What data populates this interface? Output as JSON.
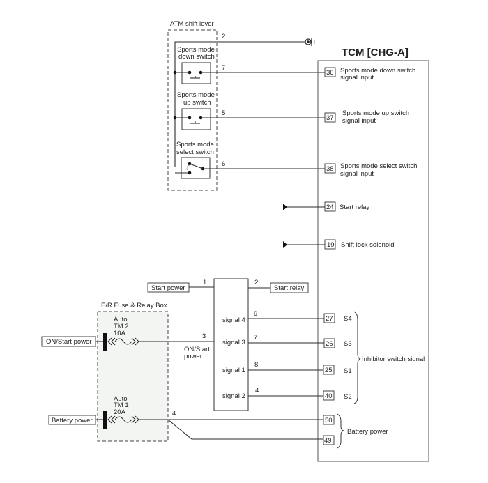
{
  "tcm": {
    "title": "TCM [CHG-A]",
    "pins": [
      {
        "id": "36",
        "label_lines": [
          "Sports mode down switch",
          "signal input"
        ]
      },
      {
        "id": "37",
        "label_lines": [
          "Sports mode up switch",
          "signal input"
        ]
      },
      {
        "id": "38",
        "label_lines": [
          "Sports mode select switch",
          "signal input"
        ]
      },
      {
        "id": "24",
        "label_lines": [
          "Start relay"
        ]
      },
      {
        "id": "19",
        "label_lines": [
          "Shift lock solenoid"
        ]
      },
      {
        "id": "27",
        "label_lines": [
          "S4"
        ]
      },
      {
        "id": "26",
        "label_lines": [
          "S3"
        ]
      },
      {
        "id": "25",
        "label_lines": [
          "S1"
        ]
      },
      {
        "id": "40",
        "label_lines": [
          "S2"
        ]
      },
      {
        "id": "50",
        "label_lines": []
      },
      {
        "id": "49",
        "label_lines": []
      }
    ],
    "groups": {
      "inhibitor": "Inhibitor switch signal",
      "battery": "Battery power"
    }
  },
  "shift_lever": {
    "title": "ATM shift lever",
    "switches": [
      {
        "name_lines": [
          "Sports mode",
          "down switch"
        ],
        "pin": "7"
      },
      {
        "name_lines": [
          "Sports mode",
          "up switch"
        ],
        "pin": "5"
      },
      {
        "name_lines": [
          "Sports mode",
          "select switch"
        ],
        "pin": "6"
      }
    ],
    "ground_pin": "2"
  },
  "inhibitor_switch": {
    "left_pins": [
      {
        "pin": "1",
        "label": "Start power"
      },
      {
        "pin": "3",
        "label_lines": [
          "ON/Start",
          "power"
        ]
      }
    ],
    "right_pins": [
      {
        "pin": "2",
        "label": "Start relay"
      }
    ],
    "signals": [
      {
        "name": "signal 4",
        "pin": "9"
      },
      {
        "name": "signal 3",
        "pin": "7"
      },
      {
        "name": "signal 1",
        "pin": "8"
      },
      {
        "name": "signal 2",
        "pin": "4"
      }
    ]
  },
  "fuse_box": {
    "title": "E/R Fuse & Relay Box",
    "fuses": [
      {
        "lines": [
          "Auto",
          "TM 2",
          "10A"
        ],
        "source": "ON/Start power"
      },
      {
        "lines": [
          "Auto",
          "TM 1",
          "20A"
        ],
        "source": "Battery power",
        "pin": "4"
      }
    ]
  },
  "colors": {
    "fuse_box_bg": "#f2f5f1",
    "line": "#2a2a2a"
  }
}
